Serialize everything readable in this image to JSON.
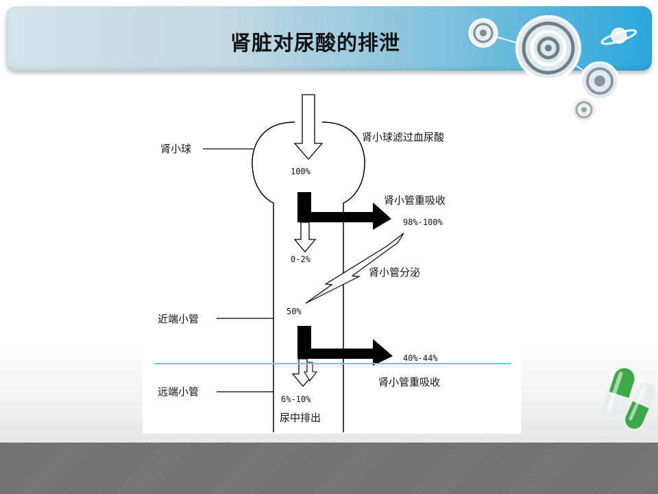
{
  "slide": {
    "title": "肾脏对尿酸的排泄"
  },
  "diagram": {
    "labels": {
      "glomerulus": "肾小球",
      "glomerulus_filtration": "肾小球滤过血尿酸",
      "tubule_reabsorb_1": "肾小管重吸收",
      "tubule_secretion": "肾小管分泌",
      "proximal_tubule": "近端小管",
      "tubule_reabsorb_2": "肾小管重吸收",
      "distal_tubule": "远端小管",
      "urine_excretion": "尿中排出"
    },
    "percentages": {
      "filtered": "100%",
      "reabsorbed_1": "98%-100%",
      "remaining_1": "0-2%",
      "after_secretion": "50%",
      "reabsorbed_2": "40%-44%",
      "excreted": "6%-10%"
    }
  },
  "colors": {
    "title_bar_left": "#d5e3ea",
    "title_bar_right": "#2aa7dc",
    "divider_line": "#4fd6e6",
    "arrow_fill": "#000000"
  },
  "icons": [
    "target-rings-icon",
    "planet-icon",
    "capsule-pills-icon"
  ]
}
